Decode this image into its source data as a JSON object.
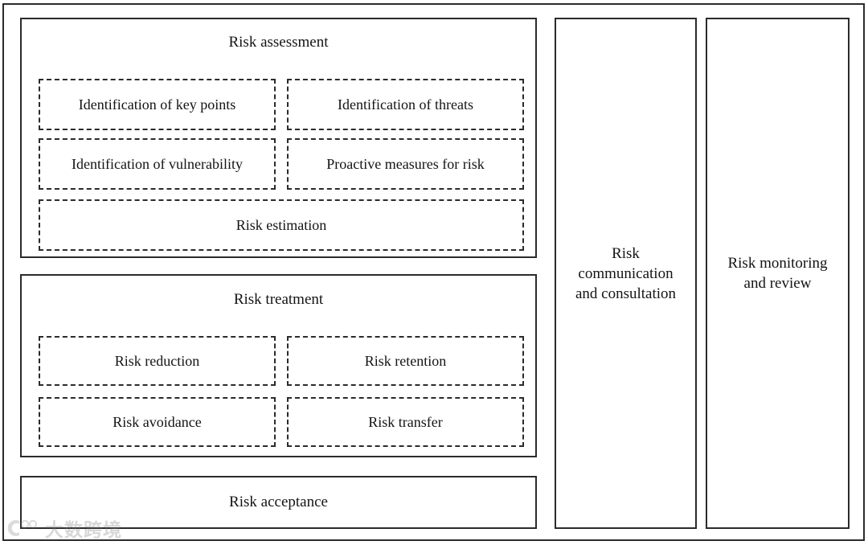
{
  "diagram": {
    "title_semantic": "risk-management-process-framework",
    "left_column": {
      "assessment": {
        "title": "Risk assessment",
        "items": [
          {
            "label": "Identification of key points"
          },
          {
            "label": "Identification of threats"
          },
          {
            "label": "Identification of vulnerability"
          },
          {
            "label": "Proactive measures for risk"
          },
          {
            "label": "Risk estimation"
          }
        ]
      },
      "treatment": {
        "title": "Risk treatment",
        "items": [
          {
            "label": "Risk reduction"
          },
          {
            "label": "Risk retention"
          },
          {
            "label": "Risk avoidance"
          },
          {
            "label": "Risk transfer"
          }
        ]
      },
      "acceptance": {
        "title": "Risk acceptance"
      }
    },
    "right_columns": [
      {
        "label": "Risk communication and consultation",
        "lines": [
          "Risk",
          "communication",
          "and consultation"
        ]
      },
      {
        "label": "Risk monitoring and review",
        "lines": [
          "Risk monitoring",
          "and review"
        ]
      }
    ]
  },
  "watermark": {
    "text": "大数跨境",
    "icon": "logo-mark-icon"
  },
  "colors": {
    "line": "#2b2b2b",
    "text": "#141414",
    "background": "#ffffff",
    "watermark": "#7d7d7d"
  }
}
